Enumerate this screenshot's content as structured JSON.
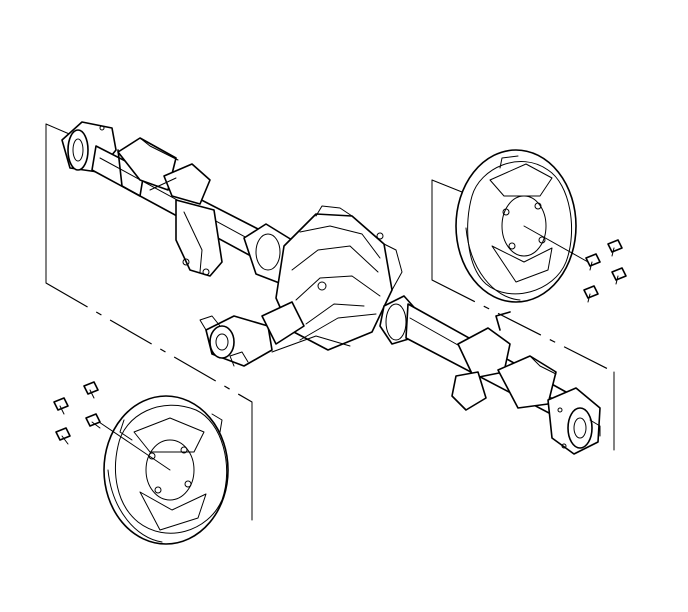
{
  "figure": {
    "subject": "rear-axle-assembly-exploded-view",
    "components": [
      "axle-housing",
      "differential-carrier",
      "left-brake-backing-plate",
      "right-brake-backing-plate",
      "left-backing-plate-bolts",
      "right-backing-plate-bolts"
    ],
    "left_bolt_count": 4,
    "right_bolt_count": 4,
    "line_color": "#000000",
    "background_color": "#ffffff"
  }
}
